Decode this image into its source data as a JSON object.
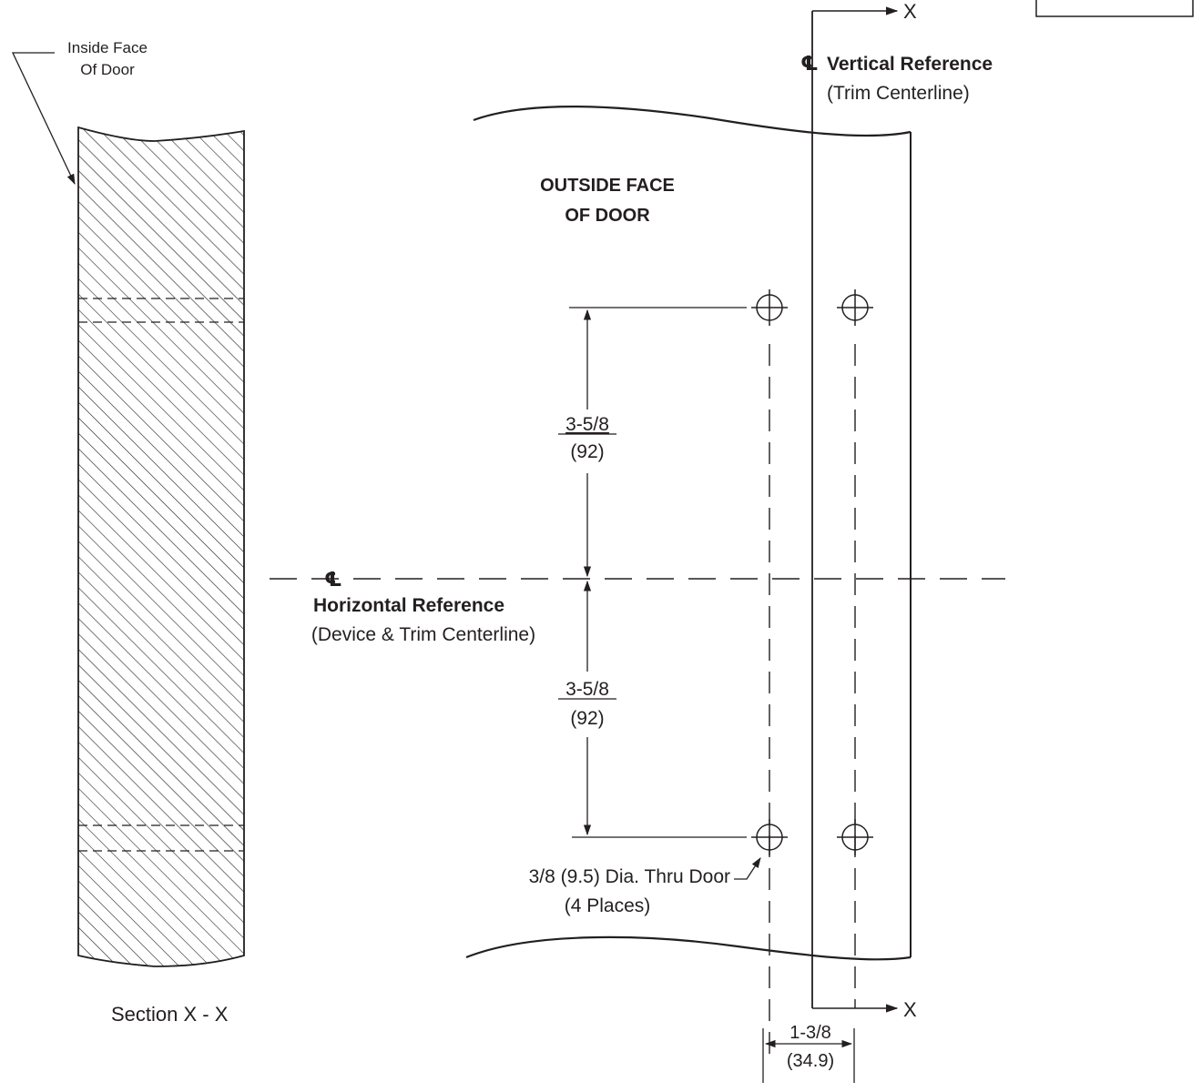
{
  "section_view": {
    "leader_label_line1": "Inside Face",
    "leader_label_line2": "Of Door",
    "caption": "Section X - X"
  },
  "door_face_view": {
    "title_line1": "OUTSIDE FACE",
    "title_line2": "OF DOOR"
  },
  "vertical_reference": {
    "symbol": "℄",
    "title": "Vertical Reference",
    "subtitle": "(Trim Centerline)"
  },
  "horizontal_reference": {
    "symbol": "℄",
    "title": "Horizontal Reference",
    "subtitle": "(Device & Trim Centerline)"
  },
  "dimensions": {
    "upper_spacing": {
      "imperial": "3-5/8",
      "metric": "(92)"
    },
    "lower_spacing": {
      "imperial": "3-5/8",
      "metric": "(92)"
    },
    "hole_offset": {
      "imperial": "1-3/8",
      "metric": "(34.9)"
    }
  },
  "holes": {
    "note_line1": "3/8 (9.5) Dia. Thru Door",
    "note_line2": "(4 Places)"
  },
  "section_marker": {
    "label_top": "X",
    "label_bottom": "X"
  }
}
